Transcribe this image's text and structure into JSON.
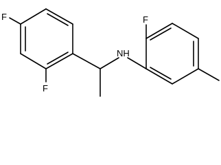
{
  "atoms": {
    "f_top_left": "F",
    "f_lower_left": "F",
    "nh": "NH",
    "f_right": "F"
  },
  "colors": {
    "background": "#ffffff",
    "ink": "#000000"
  }
}
